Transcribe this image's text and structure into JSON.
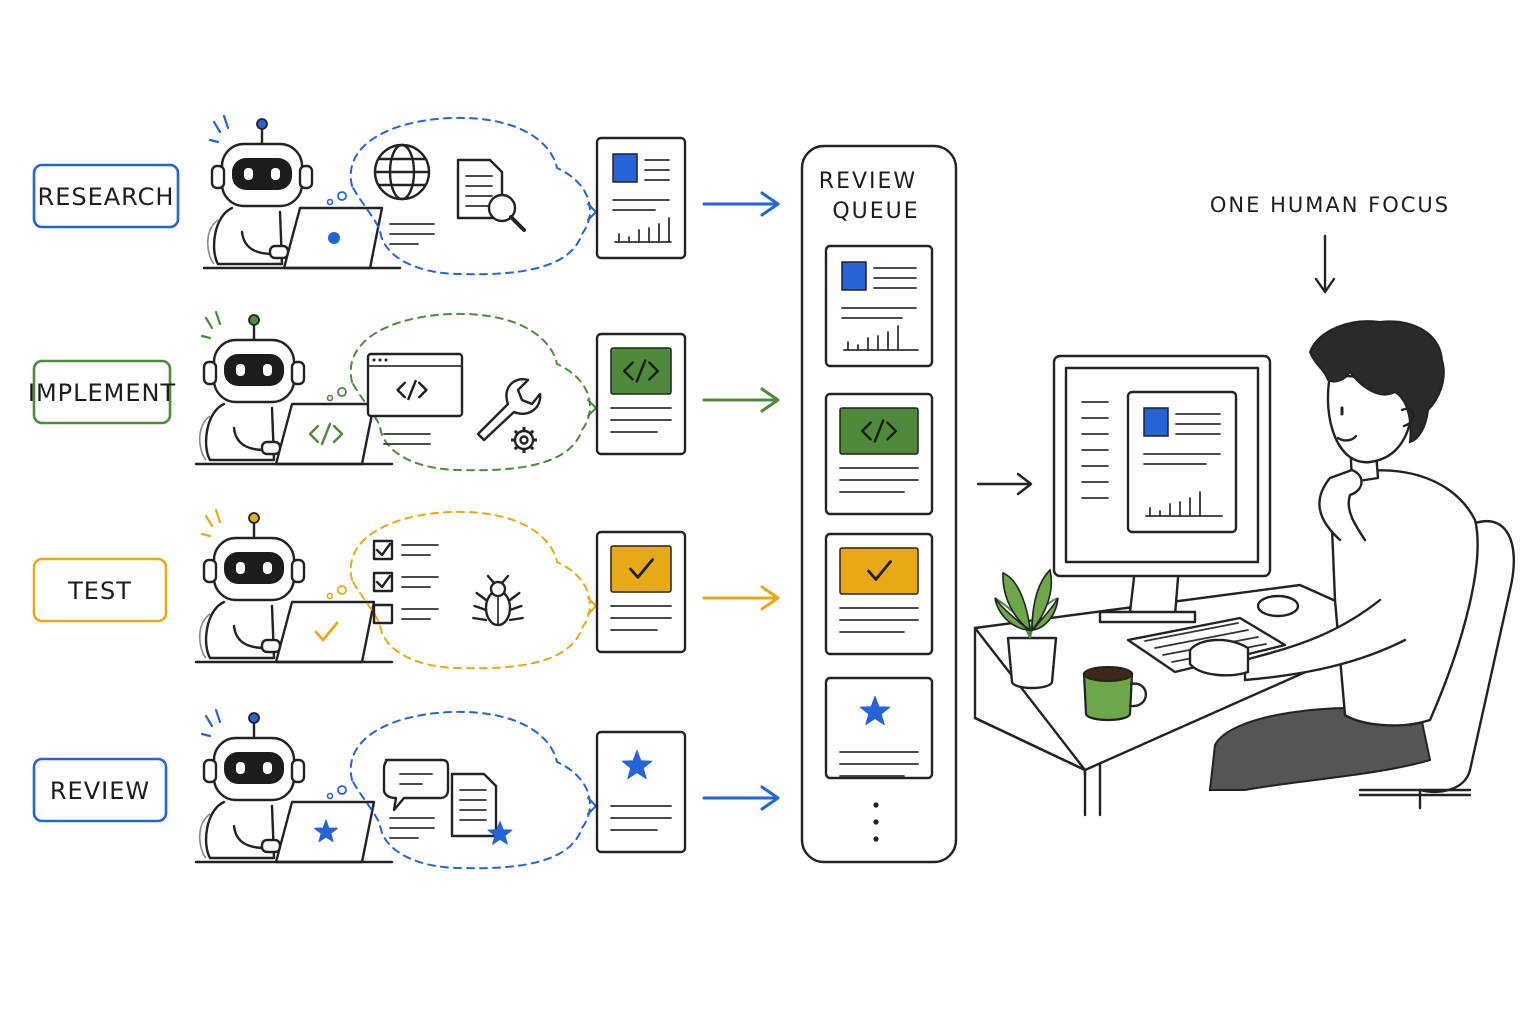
{
  "agents": [
    {
      "label": "RESEARCH",
      "color": "#2563d9",
      "tool_icons": [
        "globe-icon",
        "document-search-icon"
      ],
      "laptop_icon": "dot-icon",
      "output_icon": "chart-doc-icon"
    },
    {
      "label": "IMPLEMENT",
      "color": "#4f8a3c",
      "tool_icons": [
        "code-window-icon",
        "wrench-gear-icon"
      ],
      "laptop_icon": "code-icon",
      "output_icon": "code-doc-icon"
    },
    {
      "label": "TEST",
      "color": "#e8a917",
      "tool_icons": [
        "checklist-icon",
        "bug-icon"
      ],
      "laptop_icon": "check-icon",
      "output_icon": "check-doc-icon"
    },
    {
      "label": "REVIEW",
      "color": "#2563d9",
      "tool_icons": [
        "chat-bubble-icon",
        "document-star-icon"
      ],
      "laptop_icon": "star-icon",
      "output_icon": "star-doc-icon"
    }
  ],
  "queue": {
    "title_line1": "REVIEW",
    "title_line2": "QUEUE",
    "items": [
      "chart-doc-icon",
      "code-doc-icon",
      "check-doc-icon",
      "star-doc-icon"
    ],
    "more_icon": "ellipsis-vertical-icon"
  },
  "human": {
    "caption": "ONE HUMAN FOCUS",
    "screen_icon": "chart-doc-icon"
  }
}
